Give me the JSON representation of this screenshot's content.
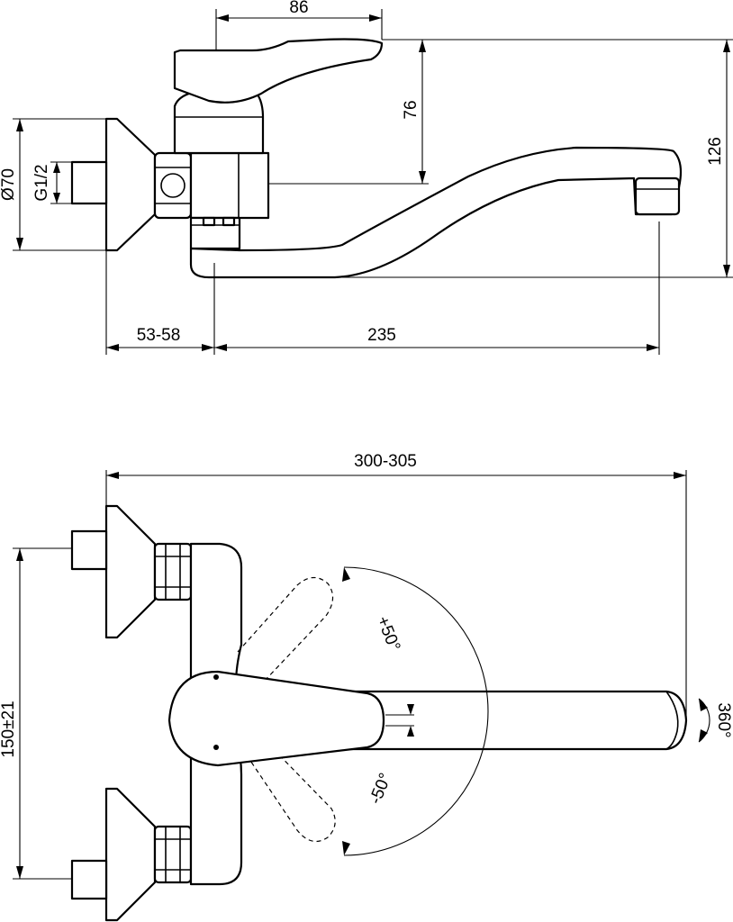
{
  "dimensions": {
    "lever_reach": "86",
    "lever_height": "76",
    "total_height": "126",
    "rosette_diameter": "Ø70",
    "thread_size": "G1/2",
    "wall_distance": "53-58",
    "spout_reach": "235",
    "overall_width": "300-305",
    "connection_spacing": "150±21",
    "swing_positive": "+50°",
    "swing_negative": "-50°",
    "spout_rotation": "360°"
  }
}
